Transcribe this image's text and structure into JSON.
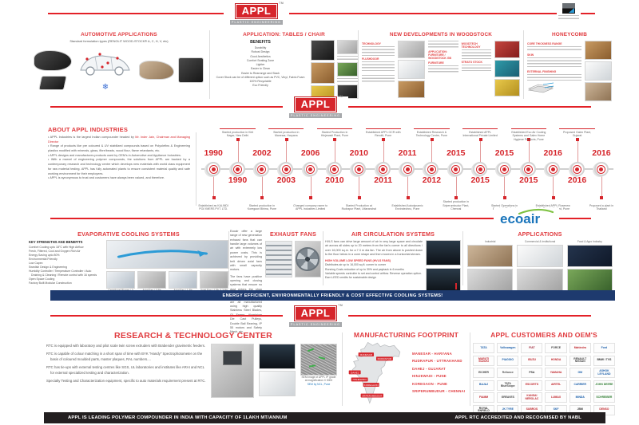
{
  "logo": {
    "text": "APPL",
    "tm": "TM",
    "sub": "PLASTIC ENGINEERING"
  },
  "top": {
    "automotive": {
      "title": "AUTOMOTIVE APPLICATIONS",
      "subtitle": "Standard formulation types (RENOLIT WOOD-STOCK® A, C, H, V, etc)",
      "snowflake_icon": "❄"
    },
    "tables": {
      "title": "APPLICATION: TABLES / CHAIR",
      "benefits_heading": "BENEFITS",
      "benefits": [
        "Durability",
        "Robust Design",
        "Good Aesthetics",
        "Comfort Seating Zone",
        "Lighter",
        "Easier to Clean",
        "Easier to Rearrange and Stack",
        "Cover Stock can be of different option such as PVC, Vinyl, Fabric Foam",
        "100% Recyclable",
        "Eco Friendly"
      ]
    },
    "woodstock": {
      "title": "NEW DEVELOPMENTS IN WOODSTOCK",
      "labels": [
        "TECHNOLOGY",
        "FLUSHDOOR",
        "APPLICATION: FURNITURE / WOODSTOCK GB",
        "FURNITURE",
        "WOODTECH TECHNOLOGY",
        "STRATO STOCK"
      ]
    },
    "honeycomb": {
      "title": "HONEYCOMB",
      "spec_labels": [
        "CORE THICKNESS RANGE",
        "SKIN",
        "EXTERNAL FINISHING"
      ]
    }
  },
  "about": {
    "title": "ABOUT APPL INDUSTRIES",
    "bullet1_text": "APPL Industries is the largest Indian compounder headed by ",
    "bullet1_highlight": "Mr. Inder Jain, Chairman and Managing Director",
    "bullets": [
      "Range of products like pre coloured & UV stabilized compounds based on Polyolefins & Engineering plastics modified with minerals, glass, fibre/beads, wood flour, flame retardants, etc.",
      "APPL designs and manufactures products used by OEM's in Automotive and Appliance Industries.",
      "With a marvel of engineering polymer compounds, the solutions from APPL are backed by a contemporary research and technology centre which develops new materials with world class equipment for raw material testing. APPL has fully automated plants to ensure consistent material quality and safe working environment for their employees.",
      "APPL is synonymous to trust and customers have always been valued, and therefore."
    ]
  },
  "timeline": {
    "milestones": [
      {
        "year": "1990",
        "cls": "ms yt",
        "label": "Established as KALINDI POLYMERS PVT. LTD."
      },
      {
        "year": "1990",
        "cls": "ms yb",
        "label": "Started production in Kirti Nagar, New Delhi"
      },
      {
        "year": "2002",
        "cls": "ms yt",
        "label": "Started production in Koregaon Bhima, Pune"
      },
      {
        "year": "2003",
        "cls": "ms yb",
        "label": "Started production in Manesar, Haryana"
      },
      {
        "year": "2006",
        "cls": "ms yt",
        "label": "Changed company name to APPL Industries Limited"
      },
      {
        "year": "2010",
        "cls": "ms yb",
        "label": "Started Production in Hinjewadi Plant, Pune"
      },
      {
        "year": "2010",
        "cls": "ms yt",
        "label": "Started Production at Rudrapur Plant, Uttaranchal"
      },
      {
        "year": "2011",
        "cls": "ms yb",
        "label": "Established APPL GCR with Renolit, Pune"
      },
      {
        "year": "2011",
        "cls": "ms yt",
        "label": "Established Autodynamic Envirotechno, Pune"
      },
      {
        "year": "2012",
        "cls": "ms yb",
        "label": "Established Research & Technology Centre, Pune"
      },
      {
        "year": "2015",
        "cls": "ms yt",
        "label": "Started production in Sriperumbudur Plant, Chennai"
      },
      {
        "year": "2015",
        "cls": "ms yb",
        "label": "Established APPL International Private Limited"
      },
      {
        "year": "2015",
        "cls": "ms yt",
        "label": "Started Operations in Bangkok, Thailand"
      },
      {
        "year": "2015",
        "cls": "ms yb",
        "label": "Established Eco Air Cooling Systems and Galex Home Hygiene Products, Pune"
      },
      {
        "year": "2016",
        "cls": "ms yt",
        "label": "Established APPL Rosenew India Private Limited, Pune"
      },
      {
        "year": "2016",
        "cls": "ms yb",
        "label": "Proposed Galex Plant, Gujarat"
      },
      {
        "year": "2016",
        "cls": "ms yt",
        "label": "Proposed a plant in Thailand"
      }
    ]
  },
  "ecoair": {
    "wordmark": "ecoair"
  },
  "cooling": {
    "evaporative": {
      "title": "EVAPORATIVE COOLING SYSTEMS",
      "strengths_heading": "KEY STRENGTHS AND BENEFITS",
      "strengths": [
        "Comfort Cooling upto 18°C with High Airflow",
        "Fresh, Filtered, Cool and Oxygen Rich Air",
        "Energy Saving upto 80%",
        "Environmental Friendly",
        "Low Capex",
        "Swedish Design & Engineering",
        "Humidity Controller / Temperature Controller / Auto Draining & Cleaning / Remote control with 16 speeds",
        "Open Space Cooling",
        "Factory Built Modular Construction"
      ],
      "captions": [
        "Centrifugal Blower / 3 Ph",
        "Axial Fan / 3 Ph",
        "Axial Fan / 1 Ph",
        "Axial Fan / 1 Ph & 3 Ph"
      ]
    },
    "exhaust": {
      "title": "EXHAUST FANS",
      "para1": "Ecoair offer a large range of new generation exhaust fans that can handle large volumes of air with extremely low power costs. This is achieved by providing belt driven axial fans with small capacity motors.",
      "para2": "The fans have positive opening and closing systems that ensure no dust enters the shop floor when fan is switched off. The fans are all manufactured using high quality Stainless Steel Blades, GI Frame, Aluminium Die Cast Pulleys, Double Ball Bearing, IP 55 motors and Safety Mesh, etc."
    },
    "aircirc": {
      "title": "AIR CIRCULATION SYSTEMS",
      "para": "HVLS fans can drive large amount of air in very large space and circulate air across all sides up to 20 meters from the fan's corner to all directions / over 16,000 sq.m. for a 7.3 m dia fan. The air from above is pushed down to the floor below in a cone shape and then moves in a horizontal stream.",
      "subhead": "HIGH VOLUME LOW SPEED FANS (HVLS FANS)",
      "bullets": [
        "Distributes air up to 16,000 sq.ft. corner to corner",
        "Running Costs reduction of up to 30% and payback in 6 months",
        "Variable speeds controller to set and control airflow. Reverse operation option.",
        "Earn LEED credits for sustainable design"
      ]
    },
    "applications": {
      "title": "APPLICATIONS",
      "categories": [
        "Industrial",
        "Commercial & Institutional",
        "Food & Agro Industry"
      ]
    },
    "banner": "ENERGY EFFICIENT, ENVIRONMENTALLY FRIENDLY & COST EFFECTIVE COOLING SYSTEMS!"
  },
  "rtc": {
    "title": "RESEARCH & TECHNOLOGY CENTER",
    "bullets": [
      "RTC is equipped with laboratory and pilot scale twin screw extruders with Brabender gravimetric feeders.",
      "RTC is capable of colour matching in a short span of time with BYK \"Handy\" Spectrophotometer on the basis of coloured moulded parts, master plaques, RAL numbers....",
      "RTC has tie-ups with external testing centres like SGS, UL laboratories and institutes like ARAI and NCL for external specialized testing and characterization.",
      "Specialty Testing and Characterization equipment, specific to auto materials requirement present at RTC."
    ],
    "sem_caption1": "SEM image of APPL IP grade at magnification X 5000",
    "sem_caption2": "SEM by NCL, Pune"
  },
  "footprint": {
    "title": "MANUFACTURING FOOTPRINT",
    "locations": [
      "MANESAR - HARYANA",
      "RUDRAPUR - UTTRAKHAND",
      "DAHEJ - GUJARAT",
      "HINJEWADI - PUNE",
      "KOREGAON - PUNE",
      "SRIPERUMBUDUR - CHENNAI"
    ],
    "tags": [
      "MANESAR",
      "RUDRAPUR",
      "DAHEJ",
      "HINJEWADI",
      "KOREGAON",
      "SRIPERUMBUDUR"
    ]
  },
  "customers": {
    "title": "APPL CUSTOMERS AND OEM'S",
    "logos": [
      {
        "n": "TATA",
        "sty": "color:#1b5faa"
      },
      {
        "n": "Volkswagen",
        "sty": "color:#1b5faa"
      },
      {
        "n": "FIAT",
        "sty": "color:#9b2335"
      },
      {
        "n": "FORCE",
        "sty": "color:#444444"
      },
      {
        "n": "Mahindra",
        "sty": "color:#c0272d"
      },
      {
        "n": "Ford",
        "sty": "color:#1b5faa"
      },
      {
        "n": "MARUTI SUZUKI",
        "sty": "color:#c0272d"
      },
      {
        "n": "PIAGGIO",
        "sty": "color:#1b5faa"
      },
      {
        "n": "ISUZU",
        "sty": "color:#c0272d"
      },
      {
        "n": "HONDA",
        "sty": "color:#c0272d"
      },
      {
        "n": "RENAULT NISSAN",
        "sty": "color:#444444"
      },
      {
        "n": "BMW / TVS",
        "sty": "color:#333333"
      },
      {
        "n": "EICHER",
        "sty": "color:#444444"
      },
      {
        "n": "Reliance",
        "sty": "color:#555555"
      },
      {
        "n": "PSA",
        "sty": "color:#333333"
      },
      {
        "n": "YAMAHA",
        "sty": "color:#c0272d"
      },
      {
        "n": "GM",
        "sty": "color:#1b5faa"
      },
      {
        "n": "ASHOK LEYLAND",
        "sty": "color:#1b5faa"
      },
      {
        "n": "BAJAJ",
        "sty": "color:#1b5faa"
      },
      {
        "n": "TATA BlueScope",
        "sty": "color:#444444"
      },
      {
        "n": "ESCORTS",
        "sty": "color:#c0272d"
      },
      {
        "n": "AIRTEL",
        "sty": "color:#c0272d"
      },
      {
        "n": "CARRIER",
        "sty": "color:#1b5faa"
      },
      {
        "n": "JOHN DEERE",
        "sty": "color:#2f7d32"
      },
      {
        "n": "FIAMM",
        "sty": "color:#c0272d"
      },
      {
        "n": "GREAVES",
        "sty": "color:#444444"
      },
      {
        "n": "KANSAI NEROLAC",
        "sty": "color:#c0272d"
      },
      {
        "n": "LUMAX",
        "sty": "color:#c0272d"
      },
      {
        "n": "MINDA",
        "sty": "color:#1b5faa"
      },
      {
        "n": "SCHREIBER",
        "sty": "color:#2f7d32"
      },
      {
        "n": "ROYAL ENFIELD",
        "sty": "color:#333333"
      },
      {
        "n": "JK TYRE",
        "sty": "color:#1b5faa"
      },
      {
        "n": "SUBROS",
        "sty": "color:#c0272d"
      },
      {
        "n": "SKF",
        "sty": "color:#1b5faa"
      },
      {
        "n": "JBM",
        "sty": "color:#333333"
      },
      {
        "n": "DENSO",
        "sty": "color:#c0272d"
      }
    ]
  },
  "footer": {
    "left": "APPL IS LEADING POLYMER COMPOUNDER IN INDIA WITH CAPACITY OF 1LAKH MT/ANNUM",
    "right": "APPL RTC ACCREDITED AND RECOGNISED BY NABL"
  },
  "colors": {
    "red": "#d6252b",
    "navy": "#1e3a6e",
    "ecoair_blue": "#1a75bb",
    "ecoair_green": "#7ec242",
    "footer_black": "#231f20"
  }
}
